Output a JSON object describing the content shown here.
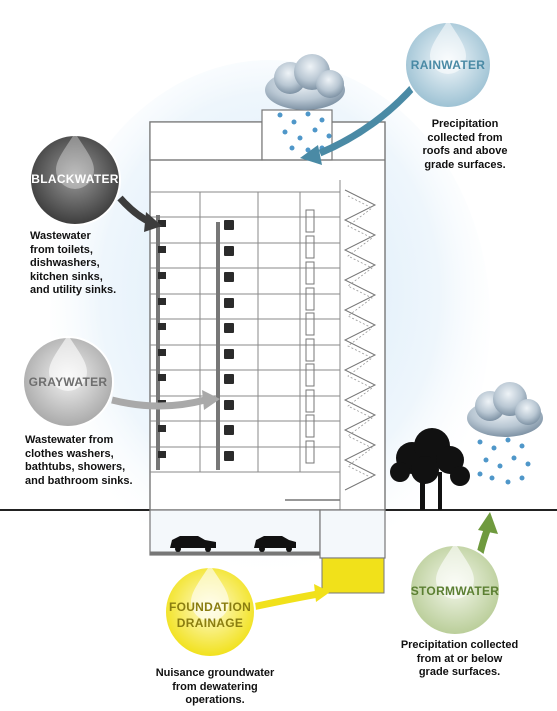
{
  "labels": {
    "rainwater": "RAINWATER",
    "blackwater": "BLACKWATER",
    "graywater": "GRAYWATER",
    "foundation_line1": "FOUNDATION",
    "foundation_line2": "DRAINAGE",
    "stormwater": "STORMWATER"
  },
  "captions": {
    "rainwater": [
      "Precipitation",
      "collected from",
      "roofs and above",
      "grade surfaces."
    ],
    "blackwater": [
      "Wastewater",
      "from toilets,",
      "dishwashers,",
      "kitchen sinks,",
      "and utility sinks."
    ],
    "graywater": [
      "Wastewater from",
      "clothes washers,",
      "bathtubs, showers,",
      "and bathroom sinks."
    ],
    "foundation": [
      "Nuisance groundwater",
      "from dewatering",
      "operations."
    ],
    "stormwater": [
      "Precipitation collected",
      "from at or below",
      "grade surfaces."
    ]
  },
  "colors": {
    "rainwater": "#4a8aa5",
    "blackwater": "#3c3c3c",
    "graywater": "#a9a9a9",
    "foundation": "#f1e11a",
    "stormwater": "#6f9a3e",
    "sky_glow": "#cfe6f7",
    "ground_line": "#222222"
  },
  "icons": [
    "water-drop-icon",
    "cloud-icon",
    "toilet-icon",
    "washer-icon",
    "car-icon",
    "tree-icon"
  ]
}
